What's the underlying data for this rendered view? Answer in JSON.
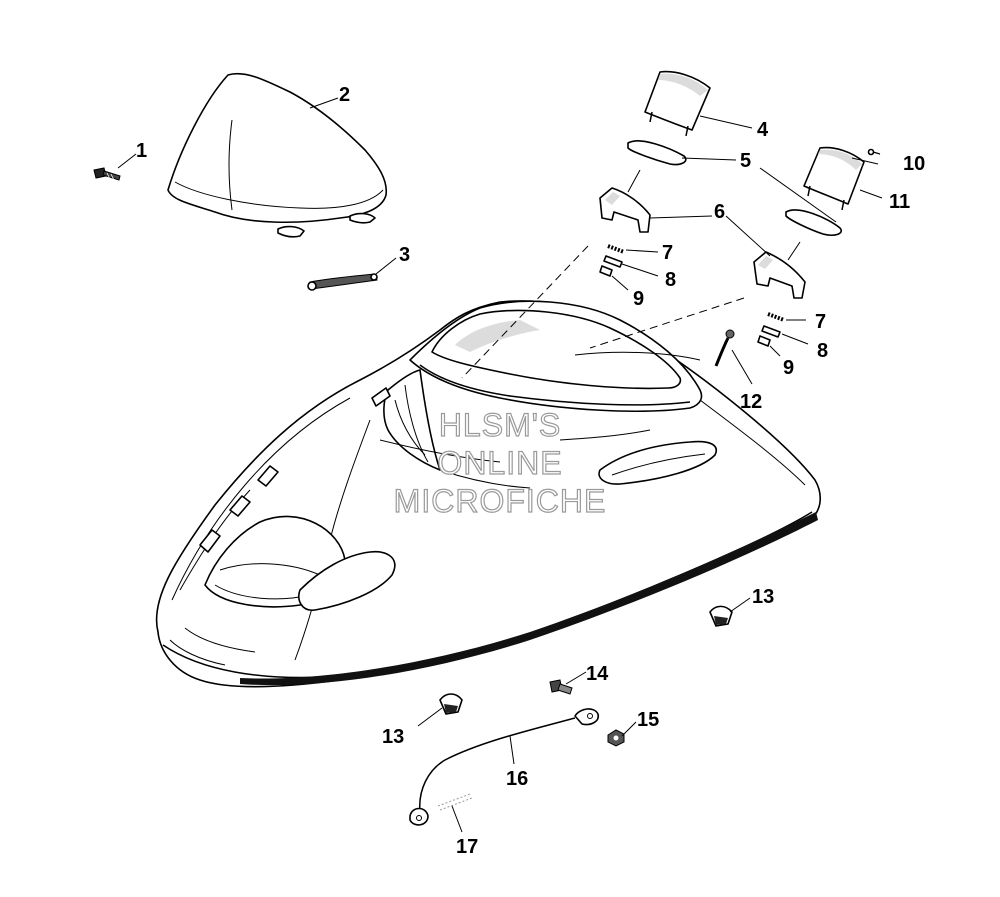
{
  "callouts": [
    {
      "id": "1",
      "label": "1"
    },
    {
      "id": "2",
      "label": "2"
    },
    {
      "id": "3",
      "label": "3"
    },
    {
      "id": "4",
      "label": "4"
    },
    {
      "id": "5",
      "label": "5"
    },
    {
      "id": "6",
      "label": "6"
    },
    {
      "id": "7a",
      "label": "7"
    },
    {
      "id": "8a",
      "label": "8"
    },
    {
      "id": "9a",
      "label": "9"
    },
    {
      "id": "10",
      "label": "10"
    },
    {
      "id": "11",
      "label": "11"
    },
    {
      "id": "7b",
      "label": "7"
    },
    {
      "id": "8b",
      "label": "8"
    },
    {
      "id": "9b",
      "label": "9"
    },
    {
      "id": "12",
      "label": "12"
    },
    {
      "id": "13a",
      "label": "13"
    },
    {
      "id": "13b",
      "label": "13"
    },
    {
      "id": "14",
      "label": "14"
    },
    {
      "id": "15",
      "label": "15"
    },
    {
      "id": "16",
      "label": "16"
    },
    {
      "id": "17",
      "label": "17"
    }
  ],
  "watermark": {
    "line1": "HLSM'S",
    "line2": "ONLINE",
    "line3": "MICROFICHE"
  }
}
